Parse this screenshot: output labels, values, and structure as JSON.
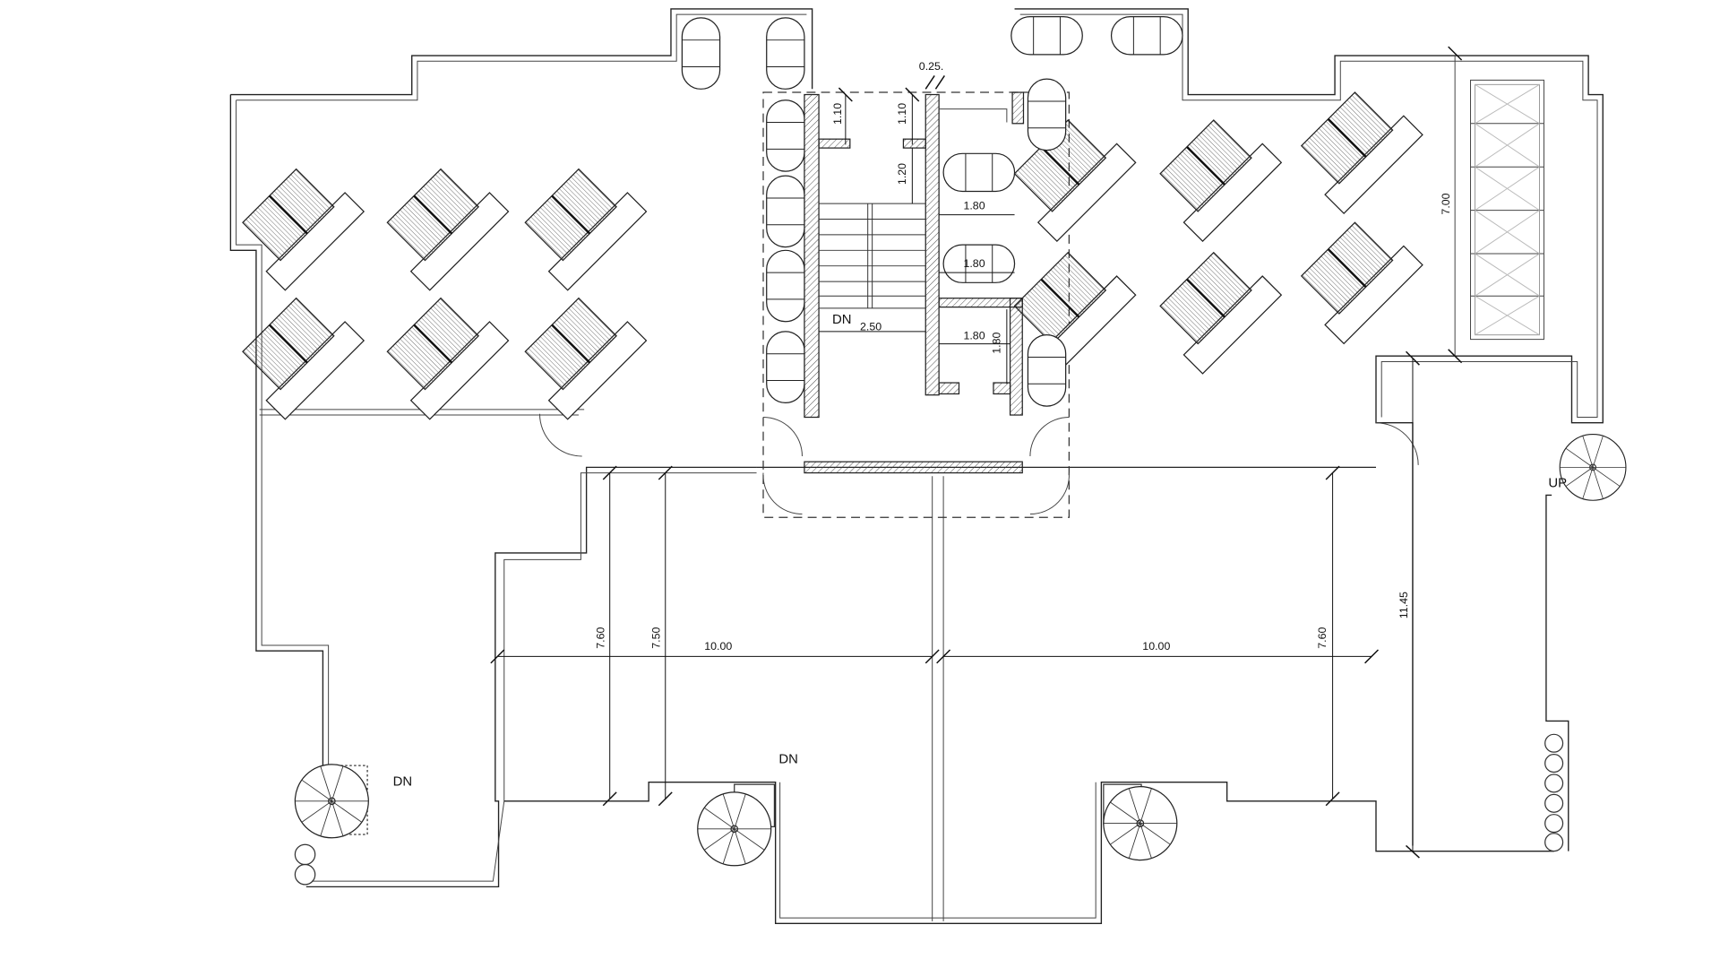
{
  "plan": {
    "dimensions": {
      "d_025": "0.25.",
      "d_110a": "1.10",
      "d_110b": "1.10",
      "d_120": "1.20",
      "d_180a": "1.80",
      "d_180b": "1.80",
      "d_180c": "1.80",
      "d_180d": "1.80",
      "d_250": "2.50",
      "d_700": "7.00",
      "d_760a": "7.60",
      "d_750": "7.50",
      "d_1000a": "10.00",
      "d_1000b": "10.00",
      "d_760b": "7.60",
      "d_1145": "11.45"
    },
    "labels": {
      "dn_core": "DN",
      "dn_left": "DN",
      "dn_center": "DN",
      "up_right": "UP"
    }
  }
}
